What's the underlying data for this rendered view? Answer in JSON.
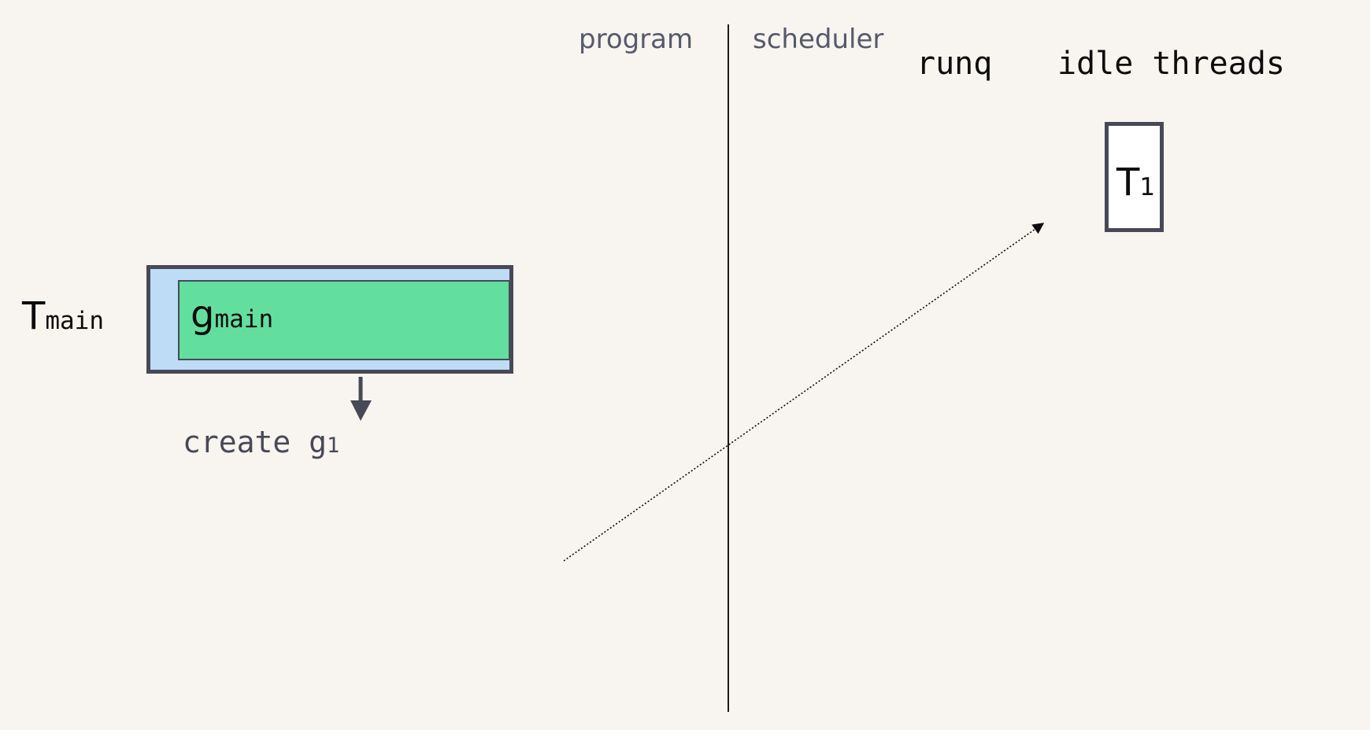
{
  "header": {
    "program_label": "program",
    "scheduler_label": "scheduler",
    "runq_label": "runq",
    "idle_threads_label": "idle threads"
  },
  "main_thread": {
    "label": "T",
    "label_sub": "main",
    "goroutine": {
      "label": "g",
      "label_sub": "main"
    },
    "action": {
      "label": "create g",
      "label_sub": "1"
    }
  },
  "idle_thread": {
    "label": "T",
    "label_sub": "1"
  },
  "colors": {
    "background": "#f8f4f0",
    "thread_fill": "#bfdcf6",
    "goroutine_fill": "#62df9f",
    "outline": "#474956",
    "muted_text": "#565a6a"
  }
}
